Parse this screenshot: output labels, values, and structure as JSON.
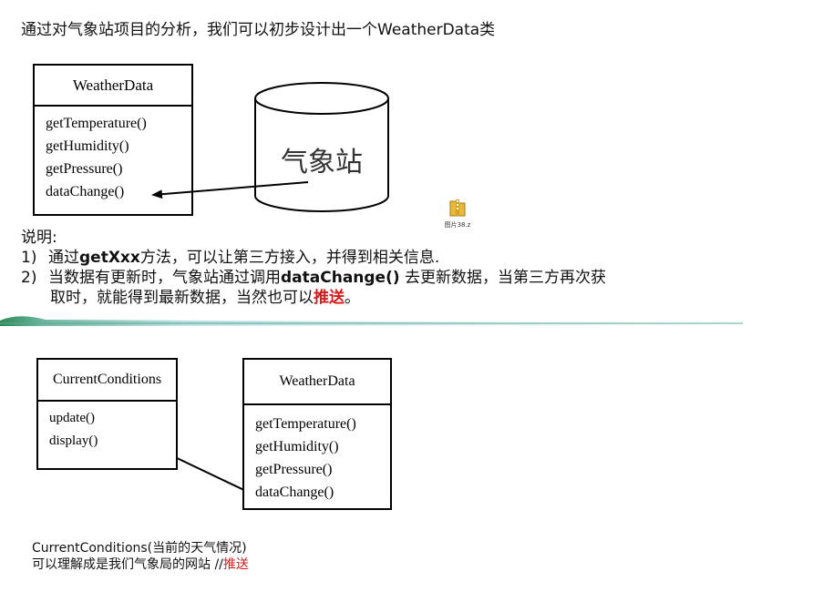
{
  "intro": {
    "text_before": "通过对气象站项目的分析，我们可以初步设计出一个",
    "text_latin": "WeatherData",
    "text_after": "类"
  },
  "weatherdata_box_top": {
    "title": "WeatherData",
    "methods": [
      "getTemperature()",
      "getHumidity()",
      "getPressure()",
      "dataChange()"
    ]
  },
  "weather_station": {
    "label": "气象站"
  },
  "file_icon": {
    "label": "图片38.z"
  },
  "notes": {
    "heading": "说明:",
    "item1": {
      "num": "1)",
      "pre": "通过",
      "bold": "getXxx",
      "post": "方法，可以让第三方接入，并得到相关信息."
    },
    "item2": {
      "num": "2)",
      "pre": "当数据有更新时，气象站通过调用",
      "bold": "dataChange()",
      "post": " 去更新数据，当第三方再次获",
      "line2_pre": "取时，就能得到最新数据，当然也可以",
      "line2_red": "推送",
      "line2_post": "。"
    }
  },
  "current_conditions_box": {
    "title": "CurrentConditions",
    "methods": [
      "update()",
      "display()"
    ]
  },
  "weatherdata_box_bottom": {
    "title": "WeatherData",
    "methods": [
      "getTemperature()",
      "getHumidity()",
      "getPressure()",
      "dataChange()"
    ]
  },
  "caption": {
    "line1": "CurrentConditions(当前的天气情况)",
    "line2_pre": "可以理解成是我们气象局的网站 //",
    "line2_red": "推送"
  }
}
